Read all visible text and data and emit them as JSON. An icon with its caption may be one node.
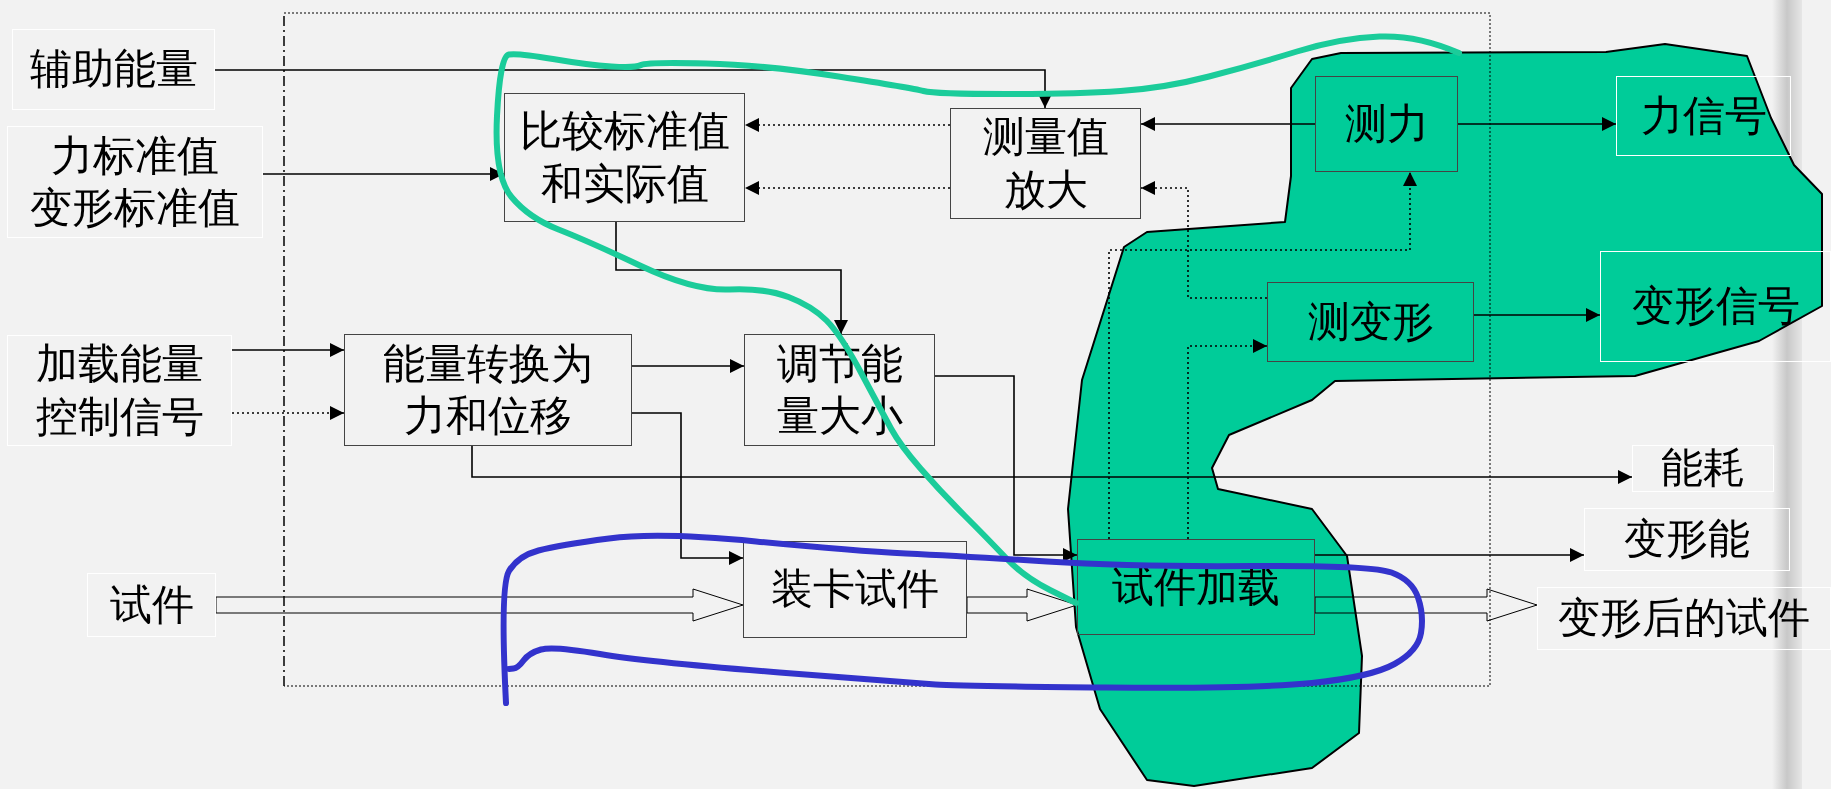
{
  "diagram": {
    "nodes": [
      {
        "text": [
          "辅助能量"
        ]
      },
      {
        "text": [
          "力标准值",
          "变形标准值"
        ]
      },
      {
        "text": [
          "加载能量",
          "控制信号"
        ]
      },
      {
        "text": [
          "试件"
        ]
      },
      {
        "text": [
          "比较标准值和实际值"
        ]
      },
      {
        "text": [
          "测量值放大"
        ]
      },
      {
        "text": [
          "测力"
        ]
      },
      {
        "text": [
          "力信号"
        ]
      },
      {
        "text": [
          "测变形"
        ]
      },
      {
        "text": [
          "变形信号"
        ]
      },
      {
        "text": [
          "能量转换为力和位移"
        ]
      },
      {
        "text": [
          "调节能量大小"
        ]
      },
      {
        "text": [
          "装卡试件"
        ]
      },
      {
        "text": [
          "试件加载"
        ]
      },
      {
        "text": [
          "能耗"
        ]
      },
      {
        "text": [
          "变形能"
        ]
      },
      {
        "text": [
          "变形后的试件"
        ]
      }
    ],
    "edges": [
      {
        "from": 0,
        "to": 5,
        "arrow": "to"
      },
      {
        "from": 1,
        "to": 4,
        "arrow": "to"
      },
      {
        "from": 5,
        "to": 4,
        "arrow": "to",
        "style": "dashed"
      },
      {
        "from": 5,
        "to": 4,
        "arrow": "to",
        "style": "dashed"
      },
      {
        "from": 6,
        "to": 5,
        "arrow": "to"
      },
      {
        "from": 6,
        "to": 7,
        "arrow": "to"
      },
      {
        "from": 8,
        "to": 9,
        "arrow": "to"
      },
      {
        "from": 8,
        "to": 5,
        "arrow": "to",
        "style": "dashed"
      },
      {
        "from": 13,
        "to": 6,
        "arrow": "to",
        "style": "dashed"
      },
      {
        "from": 13,
        "to": 8,
        "arrow": "to",
        "style": "dashed"
      },
      {
        "from": 4,
        "to": 11,
        "arrow": "to"
      },
      {
        "from": 2,
        "to": 10,
        "arrow": "to"
      },
      {
        "from": 2,
        "to": 10,
        "arrow": "to",
        "style": "dashed"
      },
      {
        "from": 10,
        "to": 11,
        "arrow": "to"
      },
      {
        "from": 10,
        "to": 14,
        "arrow": "to"
      },
      {
        "from": 10,
        "to": 12,
        "arrow": "to"
      },
      {
        "from": 11,
        "to": 13,
        "arrow": "to"
      },
      {
        "from": 13,
        "to": 15,
        "arrow": "to"
      },
      {
        "from": 3,
        "to": 12,
        "arrow": "to",
        "style": "thick"
      },
      {
        "from": 12,
        "to": 13,
        "arrow": "to",
        "style": "thick"
      },
      {
        "from": 13,
        "to": 16,
        "arrow": "to",
        "style": "thick"
      }
    ]
  }
}
